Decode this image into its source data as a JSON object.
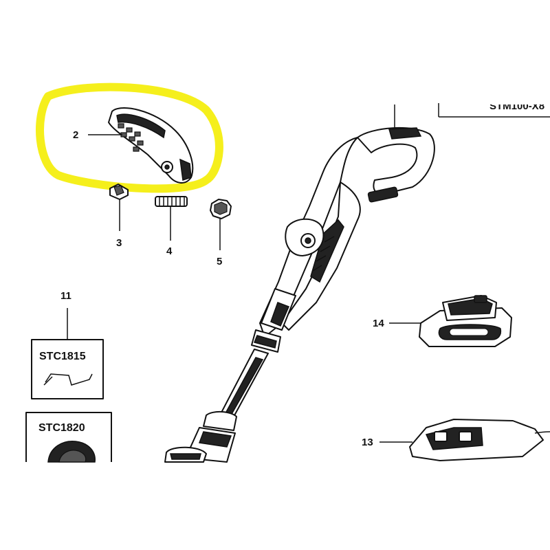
{
  "diagram": {
    "callouts": {
      "part_2": "2",
      "part_3": "3",
      "part_4": "4",
      "part_5": "5",
      "part_11": "11",
      "part_13": "13",
      "part_14": "14"
    },
    "accessory_boxes": [
      {
        "label": "STC1815"
      },
      {
        "label": "STC1820"
      }
    ],
    "model_label_partial": "STM100-X8",
    "highlight_color": "#f5ef1c"
  }
}
